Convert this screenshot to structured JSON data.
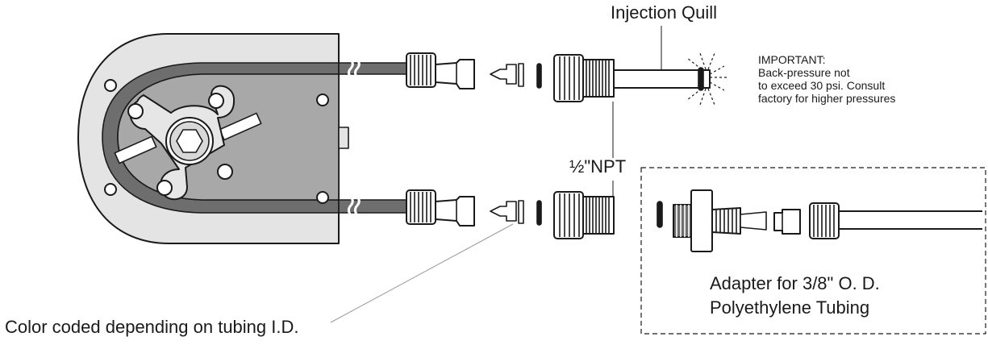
{
  "labels": {
    "injection_quill": "Injection Quill",
    "npt": "½\"NPT",
    "important": {
      "title": "IMPORTANT:",
      "line1": "Back-pressure not",
      "line2": "to exceed 30 psi. Consult",
      "line3": "factory for higher pressures"
    },
    "adapter": {
      "line1": "Adapter for 3/8\" O. D.",
      "line2": "Polyethylene Tubing"
    },
    "color_coded": "Color coded depending on tubing I.D."
  },
  "colors": {
    "stroke": "#1a1a1a",
    "pump_body": "#e4e4e4",
    "tubing": "#6e6e6e",
    "cavity": "#a8a8a8",
    "rotor": "#e6e6e6",
    "fitting": "#ffffff"
  }
}
